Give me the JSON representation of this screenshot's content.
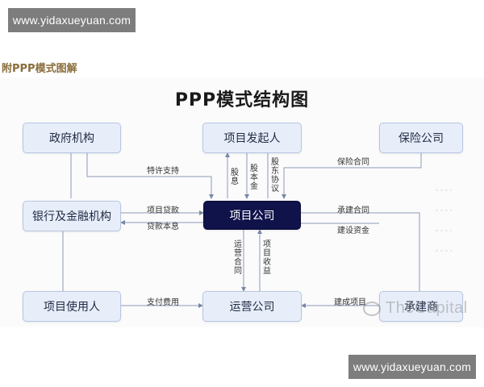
{
  "watermark_top": "www.yidaxueyuan.com",
  "watermark_bottom": "www.yidaxueyuan.com",
  "caption": "附PPP模式图解",
  "diagram": {
    "title": "PPP模式结构图",
    "nodes": {
      "gov": "政府机构",
      "sponsor": "项目发起人",
      "insurance": "保险公司",
      "bank": "银行及金融机构",
      "project_co": "项目公司",
      "user": "项目使用人",
      "operator": "运营公司",
      "contractor": "承建商"
    },
    "labels": {
      "support": "特许支持",
      "dividend": "股息",
      "equity": "股本金",
      "shareholder_agreement": "股东协议",
      "insurance_contract": "保险合同",
      "project_loan": "项目贷款",
      "loan_repayment": "贷款本息",
      "construction_contract": "承建合同",
      "construction_funds": "建设资金",
      "operation_contract": "运营合同",
      "project_income": "项目收益",
      "payment": "支付费用",
      "build_project": "建成项目"
    },
    "logo_text": "TheCapital"
  }
}
